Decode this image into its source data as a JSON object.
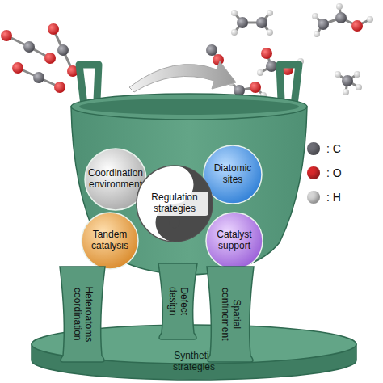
{
  "diagram": {
    "nodes": [
      {
        "text": [
          "Coordination environment"
        ]
      },
      {
        "text": [
          "Diatomic sites"
        ]
      },
      {
        "text": [
          "Regulation strategies"
        ]
      },
      {
        "text": [
          "Tandem catalysis"
        ]
      },
      {
        "text": [
          "Catalyst support"
        ]
      },
      {
        "text": [
          "Heteroatoms coordination"
        ]
      },
      {
        "text": [
          "Defect design"
        ]
      },
      {
        "text": [
          "Spatial confinement"
        ]
      },
      {
        "text": [
          "Synthetic strategies"
        ]
      }
    ],
    "legend": [
      {
        "text": ": C",
        "color": "#6e6e76"
      },
      {
        "text": ": O",
        "color": "#d9282b"
      },
      {
        "text": ": H",
        "color": "#d6d6d6"
      }
    ]
  }
}
